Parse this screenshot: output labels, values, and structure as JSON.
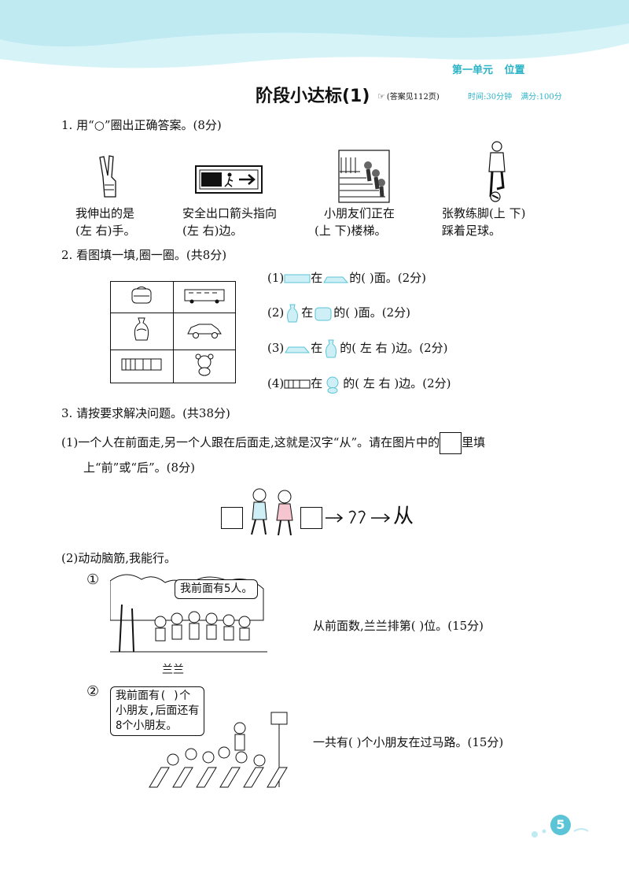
{
  "header": {
    "unit": "第一单元",
    "topic": "位置",
    "title": "阶段小达标(1)",
    "answer_note": "(答案见112页)",
    "time": "时间:30分钟",
    "full_score": "满分:100分"
  },
  "q1": {
    "heading": "1. 用“○”圈出正确答案。(8分)",
    "items": [
      {
        "line1": "我伸出的是",
        "line2": "(左 右)手。"
      },
      {
        "line1": "安全出口箭头指向",
        "line2": "(左   右)边。"
      },
      {
        "line1": "小朋友们正在",
        "line2": "(上   下)楼梯。"
      },
      {
        "line1": "张教练脚(上   下)",
        "line2": "踩着足球。"
      }
    ]
  },
  "q2": {
    "heading": "2. 看图填一填,圈一圈。(共8分)",
    "items": [
      {
        "num": "(1)",
        "a": "在",
        "b": "的(        )面。(2分)"
      },
      {
        "num": "(2)",
        "a": "在",
        "b": "的(        )面。(2分)"
      },
      {
        "num": "(3)",
        "a": "在",
        "b": "的(    左    右    )边。(2分)"
      },
      {
        "num": "(4)",
        "a": "在",
        "b": "的(    左    右    )边。(2分)"
      }
    ]
  },
  "q3": {
    "heading": "3. 请按要求解决问题。(共38分)",
    "p1_line1a": "(1)一个人在前面走,另一个人跟在后面走,这就是汉字“从”。请在图片中的",
    "p1_line1b": "里填",
    "p1_line2": "上“前”或“后”。(8分)",
    "p1_result": "从",
    "p2_heading": "(2)动动脑筋,我能行。",
    "sub1_num": "①",
    "sub1_bubble": "我前面有5人。",
    "sub1_name": "兰兰",
    "sub1_q": "从前面数,兰兰排第(      )位。(15分)",
    "sub2_num": "②",
    "sub2_bubble": [
      "我前面有(    )个",
      "小朋友,后面还有",
      "8个小朋友。"
    ],
    "sub2_q": "一共有(      )个小朋友在过马路。(15分)"
  },
  "footer": {
    "page": "5"
  },
  "colors": {
    "accent": "#2bb3c6",
    "banner": "#c9eef4"
  }
}
